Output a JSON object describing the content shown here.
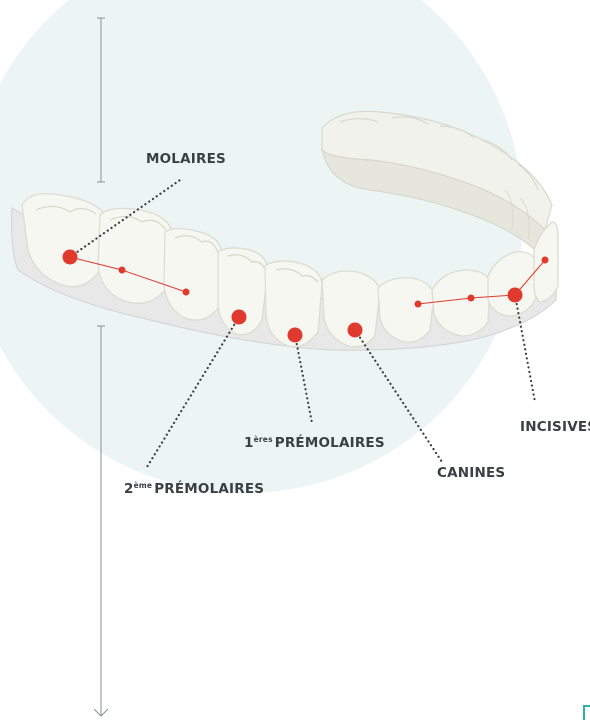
{
  "colors": {
    "circle_bg": "#ecf5f4",
    "marker_red": "#e03a2e",
    "text_dark": "#3a3f44",
    "gum": "#e8e8e8",
    "tooth": "#f7f7f2",
    "tooth_shade": "#dcdcd2"
  },
  "labels": {
    "molaires": "MOLAIRES",
    "premolaires1_sup": "ères",
    "premolaires1_prefix": "1",
    "premolaires1": "PRÉMOLAIRES",
    "premolaires2_prefix": "2",
    "premolaires2_sup": "ème",
    "premolaires2": "PRÉMOLAIRES",
    "canines": "CANINES",
    "incisives": "INCISIVES"
  }
}
